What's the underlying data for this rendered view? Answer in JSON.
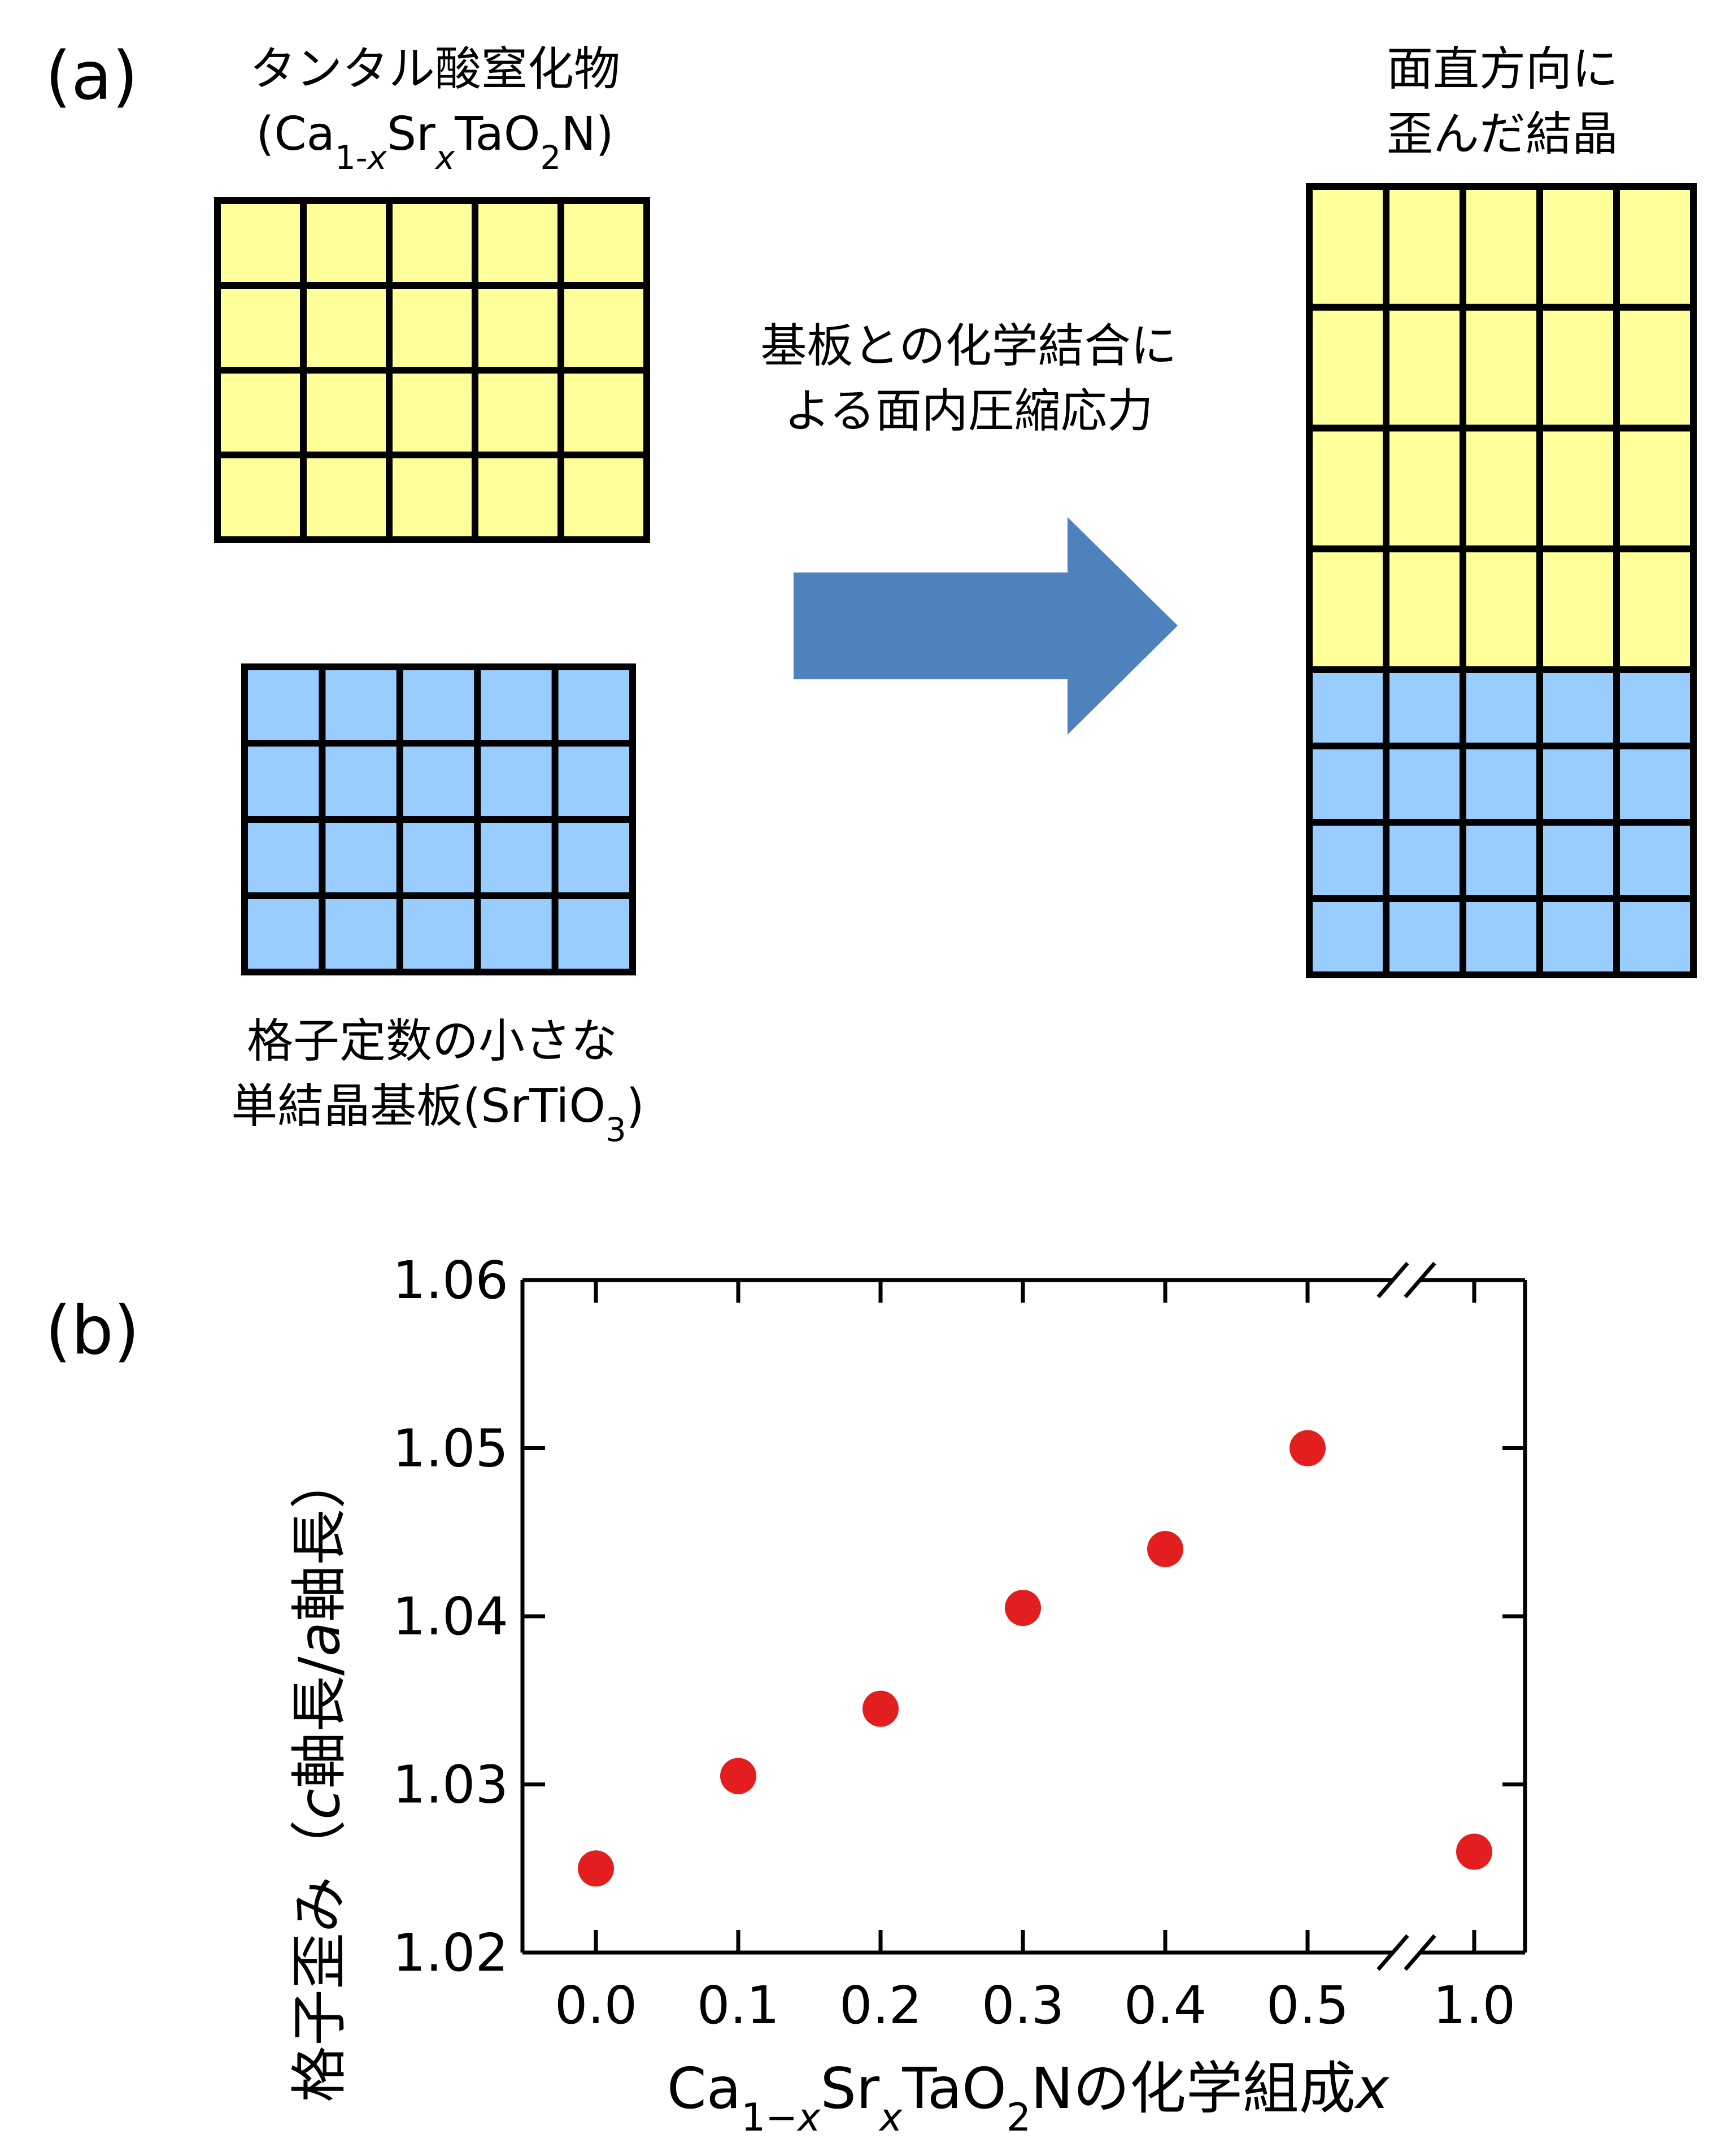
{
  "panel_a": {
    "label": "(a)",
    "film_title": "タンタル酸窒化物",
    "film_formula": {
      "open": "(Ca",
      "sub1": "1-",
      "sub1_italic": "x",
      "mid": "Sr",
      "sub2": "x",
      "mid2": "TaO",
      "sub3": "2",
      "close": "N)"
    },
    "arrow_text_line1": "基板との化学結合に",
    "arrow_text_line2": "よる面内圧縮応力",
    "strained_line1": "面直方向に",
    "strained_line2": "歪んだ結晶",
    "substrate_line1": "格子定数の小さな",
    "substrate_line2_pre": "単結晶基板(SrTiO",
    "substrate_line2_sub": "3",
    "substrate_line2_post": ")",
    "colors": {
      "film": "#ffff99",
      "substrate": "#99ccff",
      "arrow": "#4f81bd",
      "grid_line": "#000000"
    }
  },
  "panel_b": {
    "label": "(b)"
  },
  "chart_data": {
    "type": "scatter",
    "x_tick_labels": [
      "0.0",
      "0.1",
      "0.2",
      "0.3",
      "0.4",
      "0.5",
      "1.0"
    ],
    "y_tick_labels": [
      "1.02",
      "1.03",
      "1.04",
      "1.05",
      "1.06"
    ],
    "ylim": [
      1.02,
      1.06
    ],
    "x_axis_break": true,
    "marker_color": "#e31e1e",
    "series": [
      {
        "x": [
          0.0,
          0.1,
          0.2,
          0.3,
          0.4,
          0.5,
          1.0
        ],
        "y": [
          1.025,
          1.0305,
          1.0345,
          1.0405,
          1.044,
          1.05,
          1.026
        ]
      }
    ],
    "ylabel": {
      "pre": "格子歪み（",
      "c": "c",
      "mid": "軸長/",
      "a": "a",
      "post": "軸長）"
    },
    "xlabel": {
      "pre": "Ca",
      "sub1": "1−",
      "sub1_italic": "x",
      "mid": "Sr",
      "sub2": "x",
      "mid2": "TaO",
      "sub3": "2",
      "post": "Nの化学組成",
      "var": "x"
    }
  }
}
